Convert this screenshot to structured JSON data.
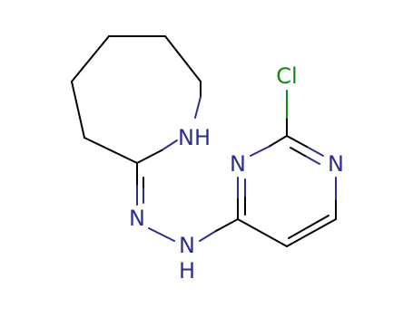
{
  "molecule": {
    "atoms": {
      "cl": "Cl",
      "n_ring": "NH",
      "n_pyr_left": "N",
      "n_pyr_right": "N",
      "n_hydrazone": "N",
      "nh_hydrazine_n": "N",
      "nh_hydrazine_h": "H"
    }
  },
  "colors": {
    "nitrogen": "#2e2e8f",
    "chlorine": "#118811",
    "carbon_bond": "#000000",
    "background": "#ffffff"
  }
}
